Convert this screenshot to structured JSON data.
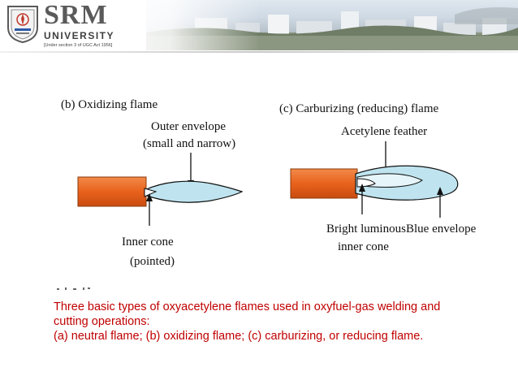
{
  "header": {
    "logo_name": "SRM",
    "logo_subname": "UNIVERSITY",
    "logo_tagline": "[Under section 3 of UGC Act 1956]",
    "photo_icon": "campus-photo-banner"
  },
  "figure": {
    "panel_b": {
      "title": "(b) Oxidizing flame",
      "outer_label_line1": "Outer envelope",
      "outer_label_line2": "(small and narrow)",
      "inner_label_line1": "Inner cone",
      "inner_label_line2": "(pointed)"
    },
    "panel_c": {
      "title": "(c) Carburizing (reducing) flame",
      "feather_label": "Acetylene feather",
      "luminous_line1": "Bright luminous",
      "luminous_line2": "inner cone",
      "envelope_label": "Blue envelope"
    },
    "colors": {
      "torch": "#e8621c",
      "torch_dark": "#c94b10",
      "flame_fill": "#bfe4ef",
      "flame_inner": "#e6f5fa"
    }
  },
  "caption": {
    "line1": "Three basic types of oxyacetylene flames used in oxyfuel-gas welding and",
    "line2": "cutting operations:",
    "line3": " (a) neutral flame;  (b) oxidizing flame; (c) carburizing, or reducing flame."
  }
}
